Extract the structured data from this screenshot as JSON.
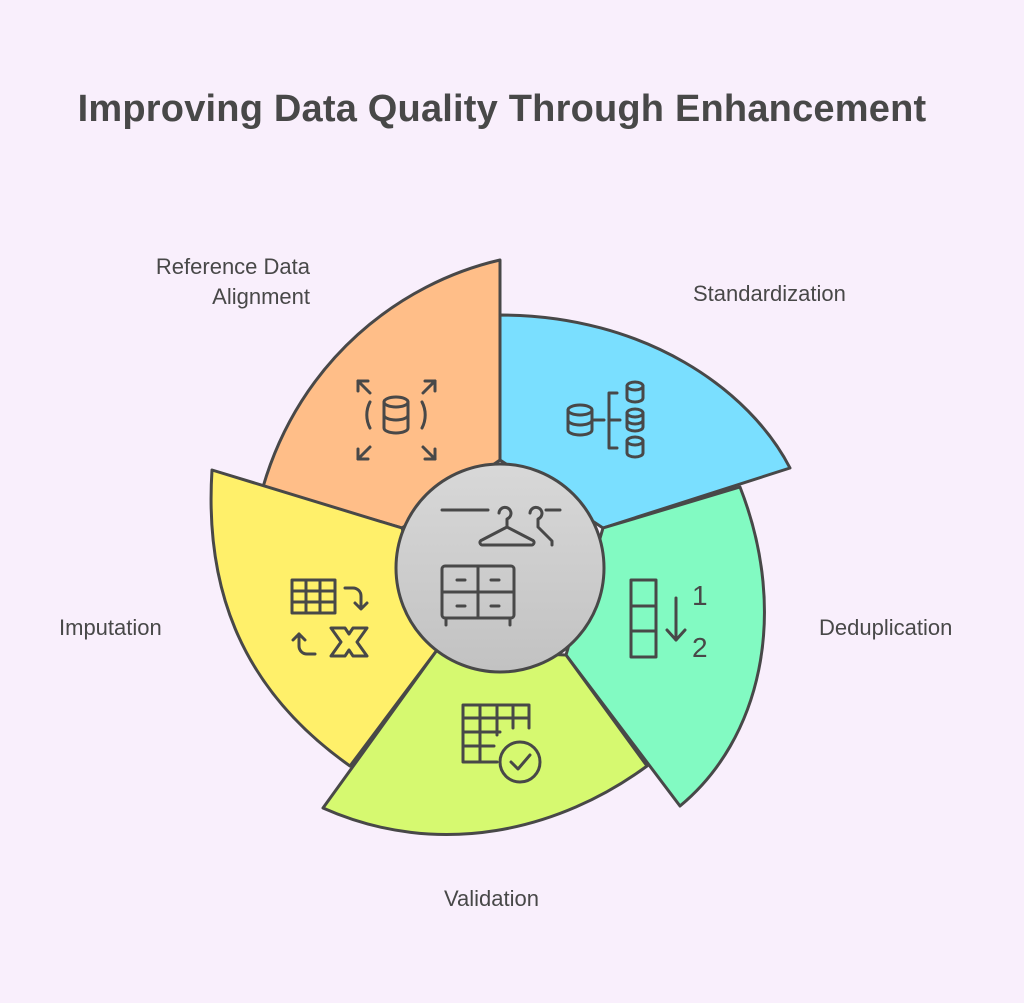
{
  "title": "Improving Data Quality Through Enhancement",
  "segments": [
    {
      "label": "Reference Data Alignment",
      "label_line1": "Reference Data",
      "label_line2": "Alignment",
      "color": "#ffbe88",
      "icon": "database-expand-icon"
    },
    {
      "label": "Standardization",
      "color": "#7adfff",
      "icon": "database-hierarchy-icon"
    },
    {
      "label": "Deduplication",
      "color": "#82fac2",
      "icon": "sort-numeric-icon"
    },
    {
      "label": "Validation",
      "color": "#d6f970",
      "icon": "table-check-icon"
    },
    {
      "label": "Imputation",
      "color": "#fff06a",
      "icon": "table-replace-icon"
    }
  ],
  "center": {
    "color": "#cfcfcf",
    "icon": "closet-hangers-icon"
  },
  "icon_text": {
    "one": "1",
    "two": "2"
  }
}
